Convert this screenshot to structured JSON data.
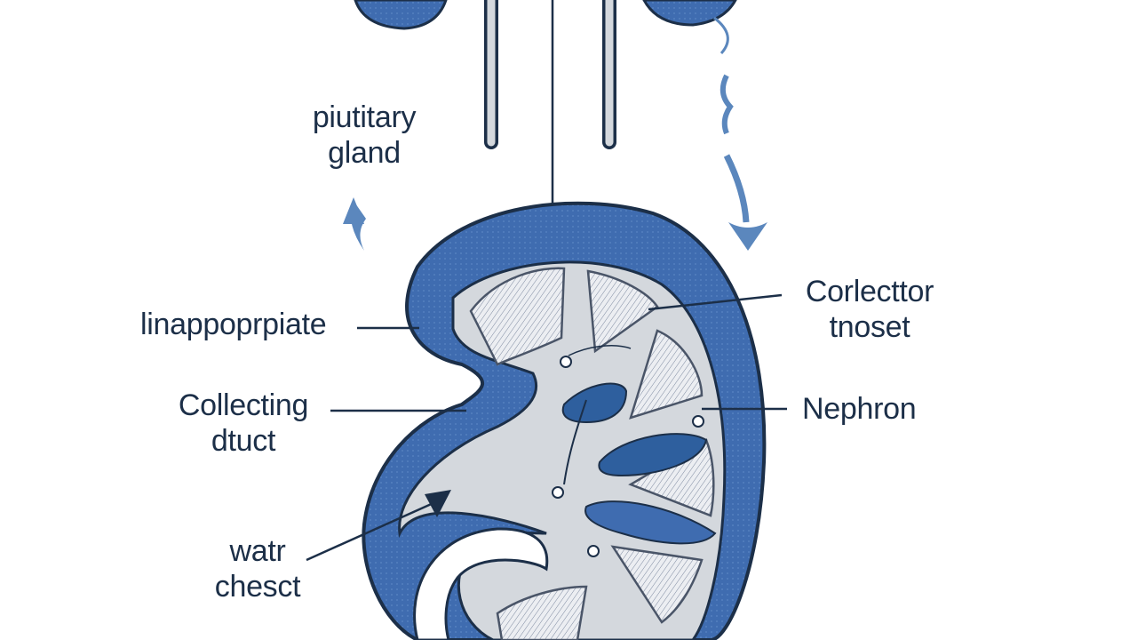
{
  "colors": {
    "outline": "#1c2f48",
    "cortex_blue": "#3f6cb0",
    "deep_blue": "#2e5f9e",
    "medulla_gray": "#d4d8dd",
    "pyramid_fill": "#e6e9ee",
    "arrow_blue": "#5b87bd",
    "background": "#ffffff"
  },
  "labels": {
    "pituitary": {
      "line1": "piutitary",
      "line2": "gland"
    },
    "inappropriate": {
      "line1": "linappoprpiate"
    },
    "collecting": {
      "line1": "Collecting",
      "line2": "dtuct"
    },
    "water": {
      "line1": "watr",
      "line2": "chesct"
    },
    "collector": {
      "line1": "Corlecttor",
      "line2": "tnoset"
    },
    "nephron": {
      "line1": "Nephron"
    }
  }
}
